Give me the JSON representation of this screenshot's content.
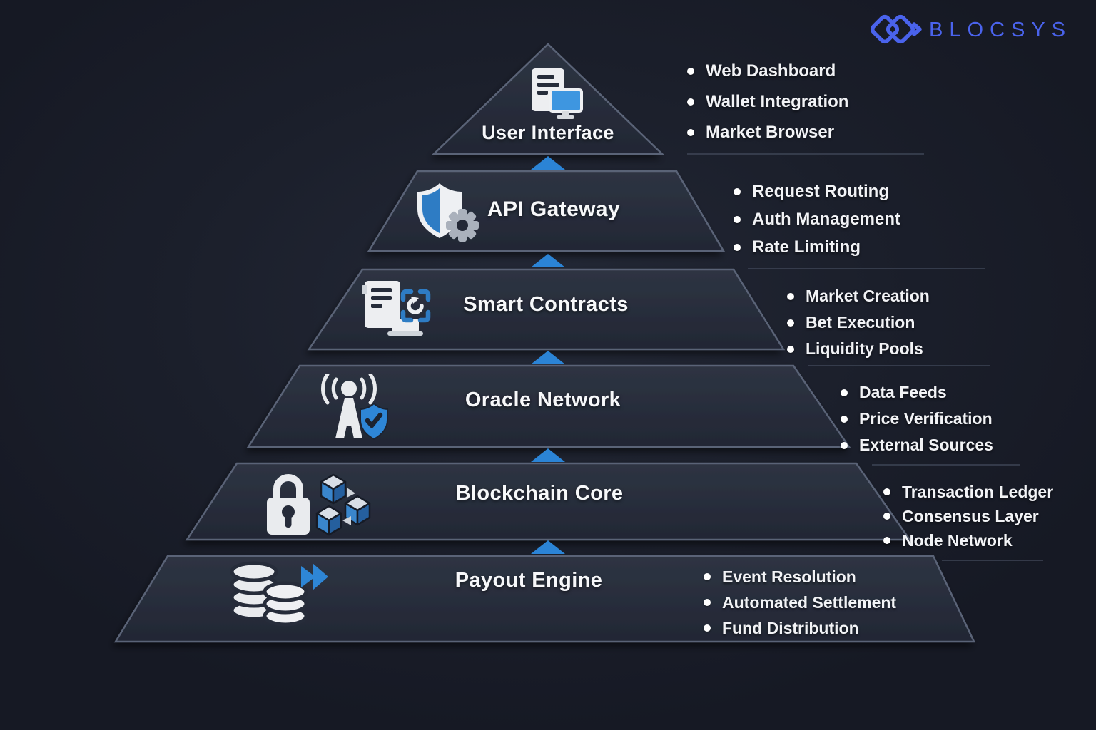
{
  "logo": {
    "brand": "BLOCSYS",
    "color": "#4a63ec",
    "icon": "interlocked-diamonds-icon"
  },
  "diagram": {
    "type": "layered-pyramid-architecture",
    "connector": "up-arrow",
    "colors": {
      "accent_blue": "#2b84d6",
      "icon_blue": "#2e7cc4",
      "layer_fill_top": "#2e3443",
      "layer_fill_bottom": "#232836",
      "layer_border": "#5a6377",
      "background": "#1b1f2b",
      "text": "#f2f3f6",
      "divider": "#454c5e"
    },
    "layers": [
      {
        "title": "User Interface",
        "icon": "monitor-document-icon",
        "features": [
          "Web Dashboard",
          "Wallet Integration",
          "Market Browser"
        ]
      },
      {
        "title": "API Gateway",
        "icon": "shield-gear-icon",
        "features": [
          "Request Routing",
          "Auth Management",
          "Rate Limiting"
        ]
      },
      {
        "title": "Smart Contracts",
        "icon": "contract-sync-icon",
        "features": [
          "Market Creation",
          "Bet Execution",
          "Liquidity Pools"
        ]
      },
      {
        "title": "Oracle Network",
        "icon": "antenna-shield-check-icon",
        "features": [
          "Data Feeds",
          "Price Verification",
          "External Sources"
        ]
      },
      {
        "title": "Blockchain Core",
        "icon": "padlock-blocks-icon",
        "features": [
          "Transaction Ledger",
          "Consensus Layer",
          "Node Network"
        ]
      },
      {
        "title": "Payout Engine",
        "icon": "coin-stacks-fast-forward-icon",
        "features": [
          "Event Resolution",
          "Automated Settlement",
          "Fund Distribution"
        ]
      }
    ]
  }
}
